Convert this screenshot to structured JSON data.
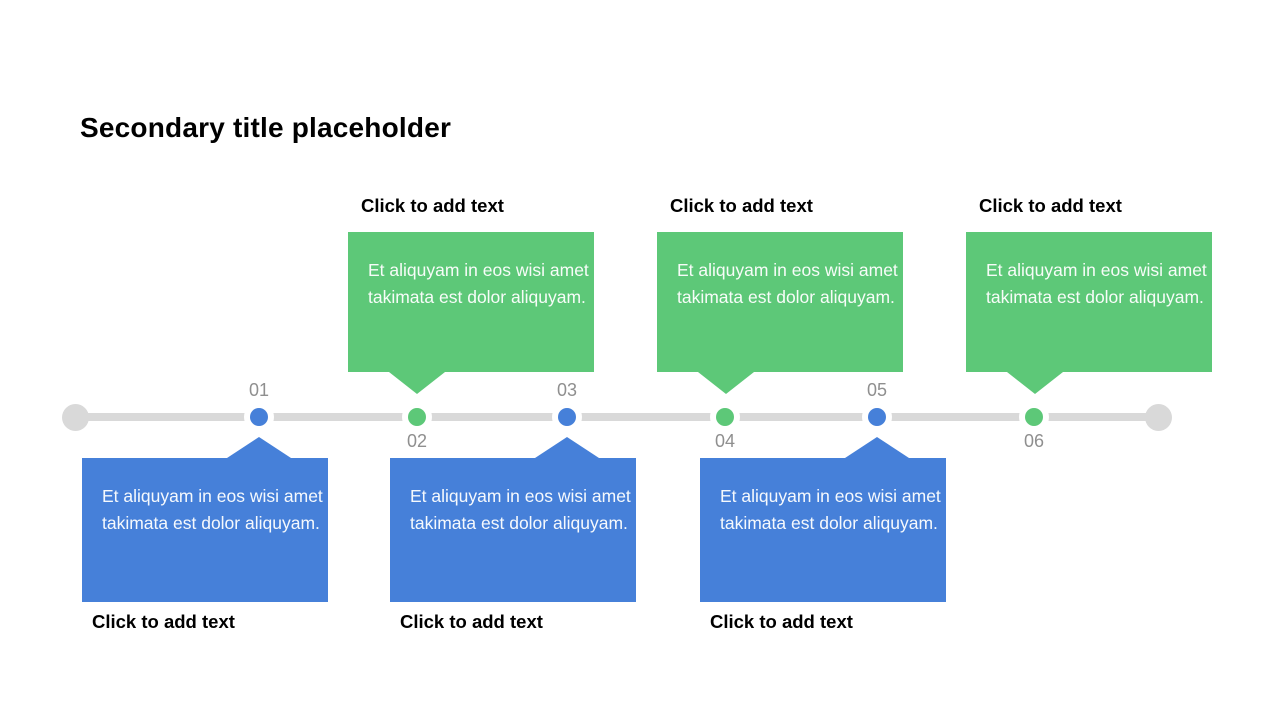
{
  "title": "Secondary title placeholder",
  "colors": {
    "green": "#5dc878",
    "blue": "#4680d9",
    "track": "#d9d9d9",
    "numbers": "#8f8f8f",
    "callout_text": "#ffffff",
    "title_text": "#000000"
  },
  "timeline": {
    "milestones": [
      {
        "number": "01",
        "dot_color": "blue",
        "number_side": "above"
      },
      {
        "number": "02",
        "dot_color": "green",
        "number_side": "below"
      },
      {
        "number": "03",
        "dot_color": "blue",
        "number_side": "above"
      },
      {
        "number": "04",
        "dot_color": "green",
        "number_side": "below"
      },
      {
        "number": "05",
        "dot_color": "blue",
        "number_side": "above"
      },
      {
        "number": "06",
        "dot_color": "green",
        "number_side": "below"
      }
    ]
  },
  "callouts": {
    "top": [
      {
        "heading": "Click to add text",
        "body": "Et aliquyam in eos wisi amet takimata est dolor aliquyam."
      },
      {
        "heading": "Click to add text",
        "body": "Et aliquyam in eos wisi amet takimata est dolor aliquyam."
      },
      {
        "heading": "Click to add text",
        "body": "Et aliquyam in eos wisi amet takimata est dolor aliquyam."
      }
    ],
    "bottom": [
      {
        "heading": "Click to add text",
        "body": "Et aliquyam in eos wisi amet takimata est dolor aliquyam."
      },
      {
        "heading": "Click to add text",
        "body": "Et aliquyam in eos wisi amet takimata est dolor aliquyam."
      },
      {
        "heading": "Click to add text",
        "body": "Et aliquyam in eos wisi amet takimata est dolor aliquyam."
      }
    ]
  }
}
